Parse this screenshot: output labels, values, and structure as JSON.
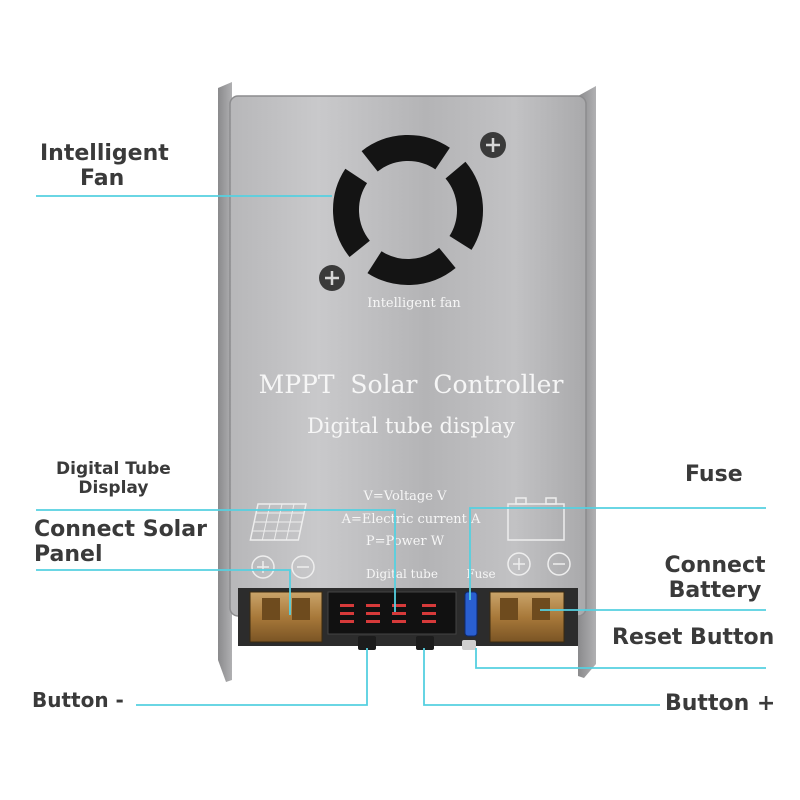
{
  "device": {
    "fan_caption": "Intelligent fan",
    "title": "MPPT  Solar  Controller",
    "subtitle": "Digital tube display",
    "legend": [
      "V=Voltage V",
      "A=Electric current A",
      "P=Power W"
    ],
    "digital_tube_caption": "Digital tube",
    "fuse_caption": "Fuse"
  },
  "callouts": {
    "intelligent_fan": [
      "Intelligent",
      "Fan"
    ],
    "digital_tube_display": [
      "Digital Tube",
      "Display"
    ],
    "connect_solar_panel": [
      "Connect Solar",
      "Panel"
    ],
    "button_minus": "Button -",
    "fuse": "Fuse",
    "connect_battery": [
      "Connect",
      "Battery"
    ],
    "reset_button": "Reset Button",
    "button_plus": "Button +"
  },
  "colors": {
    "leader_line": "#55d0e0",
    "panel": "#9a9a9c",
    "label_text": "#3a3a3a"
  }
}
